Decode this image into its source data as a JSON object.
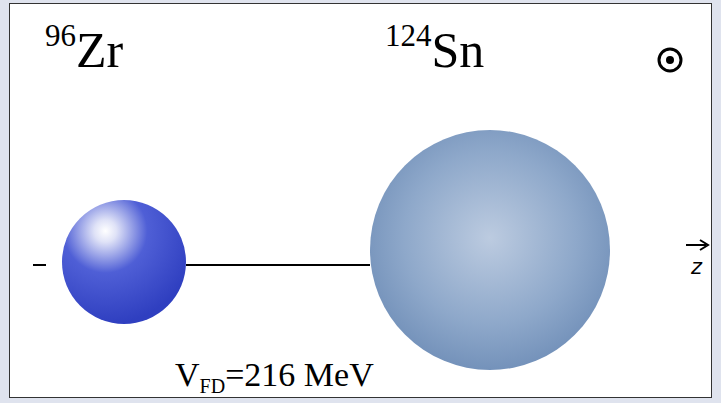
{
  "diagram": {
    "nodes": [
      {
        "text": [
          "96Zr"
        ]
      },
      {
        "text": [
          "124Sn"
        ]
      }
    ],
    "edges": [
      {
        "from": 0,
        "to": 1,
        "arrow": "none"
      }
    ],
    "labels": [
      "VFD=216 MeV",
      "z"
    ]
  }
}
